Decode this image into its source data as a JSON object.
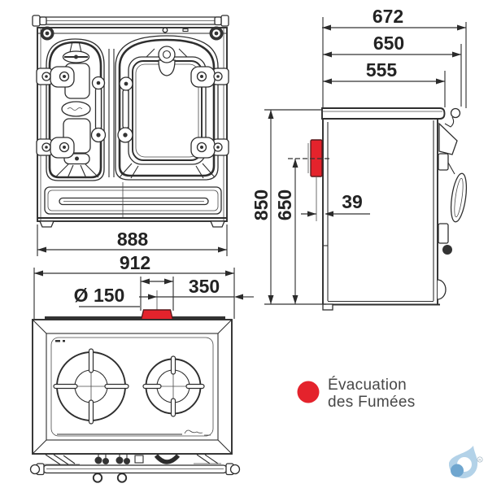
{
  "dimensions": {
    "front_width": "888",
    "top_width": "912",
    "flue_diameter": "Ø 150",
    "flue_center_to_right_edge": "350",
    "side_depth_overall": "672",
    "side_depth_mid": "650",
    "side_depth_top": "555",
    "height_overall": "850",
    "flue_center_height": "650",
    "flue_center_to_back": "39"
  },
  "legend": {
    "marker": "red-dot",
    "line1": "Évacuation",
    "line2": "des Fumées"
  },
  "colors": {
    "flue_red": "#e4232c",
    "flue_red_border": "#5a1a1d",
    "line_dark": "#2e2e2e",
    "dim_text": "#232323",
    "legend_text": "#474747",
    "watermark_light": "#b3d2e8",
    "watermark_mid": "#6fa6cf"
  }
}
